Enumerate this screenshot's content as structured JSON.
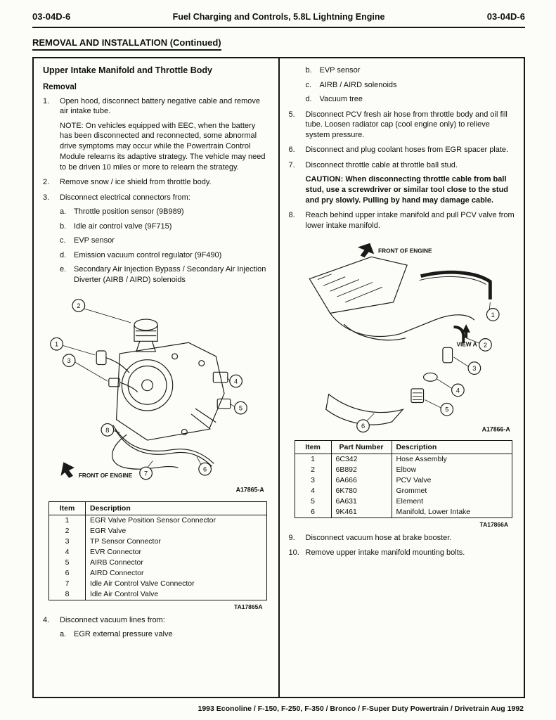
{
  "header": {
    "left_code": "03-04D-6",
    "title": "Fuel Charging and Controls, 5.8L Lightning Engine",
    "right_code": "03-04D-6"
  },
  "section_title": "REMOVAL AND INSTALLATION (Continued)",
  "left": {
    "heading": "Upper Intake Manifold and Throttle Body",
    "subheading": "Removal",
    "step1": {
      "num": "1.",
      "text": "Open hood, disconnect battery negative cable and remove air intake tube."
    },
    "note": "NOTE: On vehicles equipped with EEC, when the battery has been disconnected and reconnected, some abnormal drive symptoms may occur while the Powertrain Control Module relearns its adaptive strategy. The vehicle may need to be driven 10 miles or more to relearn the strategy.",
    "step2": {
      "num": "2.",
      "text": "Remove snow / ice shield from throttle body."
    },
    "step3": {
      "num": "3.",
      "text": "Disconnect electrical connectors from:"
    },
    "step3_subs": [
      {
        "letter": "a.",
        "text": "Throttle position sensor (9B989)"
      },
      {
        "letter": "b.",
        "text": "Idle air control valve (9F715)"
      },
      {
        "letter": "c.",
        "text": "EVP sensor"
      },
      {
        "letter": "d.",
        "text": "Emission vacuum control regulator (9F490)"
      },
      {
        "letter": "e.",
        "text": "Secondary Air Injection Bypass / Secondary Air Injection Diverter (AIRB / AIRD) solenoids"
      }
    ],
    "figure": {
      "front_label": "FRONT OF ENGINE",
      "code": "A17865-A",
      "callouts": [
        "1",
        "2",
        "3",
        "4",
        "5",
        "6",
        "7",
        "8"
      ]
    },
    "table": {
      "headers": [
        "Item",
        "Description"
      ],
      "rows": [
        [
          "1",
          "EGR Valve Position Sensor Connector"
        ],
        [
          "2",
          "EGR Valve"
        ],
        [
          "3",
          "TP Sensor Connector"
        ],
        [
          "4",
          "EVR Connector"
        ],
        [
          "5",
          "AIRB Connector"
        ],
        [
          "6",
          "AIRD Connector"
        ],
        [
          "7",
          "Idle Air Control Valve Connector"
        ],
        [
          "8",
          "Idle Air Control Valve"
        ]
      ],
      "code": "TA17865A"
    },
    "step4": {
      "num": "4.",
      "text": "Disconnect vacuum lines from:"
    },
    "step4_subs": [
      {
        "letter": "a.",
        "text": "EGR external pressure valve"
      }
    ]
  },
  "right": {
    "step4_subs": [
      {
        "letter": "b.",
        "text": "EVP sensor"
      },
      {
        "letter": "c.",
        "text": "AIRB / AIRD solenoids"
      },
      {
        "letter": "d.",
        "text": "Vacuum tree"
      }
    ],
    "step5": {
      "num": "5.",
      "text": "Disconnect PCV fresh air hose from throttle body and oil fill tube. Loosen radiator cap (cool engine only) to relieve system pressure."
    },
    "step6": {
      "num": "6.",
      "text": "Disconnect and plug coolant hoses from EGR spacer plate."
    },
    "step7": {
      "num": "7.",
      "text": "Disconnect throttle cable at throttle ball stud."
    },
    "caution": "CAUTION: When disconnecting throttle cable from ball stud, use a screwdriver or similar tool close to the stud and pry slowly. Pulling by hand may damage cable.",
    "step8": {
      "num": "8.",
      "text": "Reach behind upper intake manifold and pull PCV valve from lower intake manifold."
    },
    "figure": {
      "front_label": "FRONT OF ENGINE",
      "view_label": "VIEW A",
      "code": "A17866-A",
      "callouts": [
        "1",
        "2",
        "3",
        "4",
        "5",
        "6"
      ]
    },
    "table": {
      "headers": [
        "Item",
        "Part Number",
        "Description"
      ],
      "rows": [
        [
          "1",
          "6C342",
          "Hose Assembly"
        ],
        [
          "2",
          "6B892",
          "Elbow"
        ],
        [
          "3",
          "6A666",
          "PCV Valve"
        ],
        [
          "4",
          "6K780",
          "Grommet"
        ],
        [
          "5",
          "6A631",
          "Element"
        ],
        [
          "6",
          "9K461",
          "Manifold, Lower Intake"
        ]
      ],
      "code": "TA17866A"
    },
    "step9": {
      "num": "9.",
      "text": "Disconnect vacuum hose at brake booster."
    },
    "step10": {
      "num": "10.",
      "text": "Remove upper intake manifold mounting bolts."
    }
  },
  "footer": "1993 Econoline / F-150, F-250, F-350 / Bronco / F-Super Duty Powertrain / Drivetrain Aug 1992"
}
